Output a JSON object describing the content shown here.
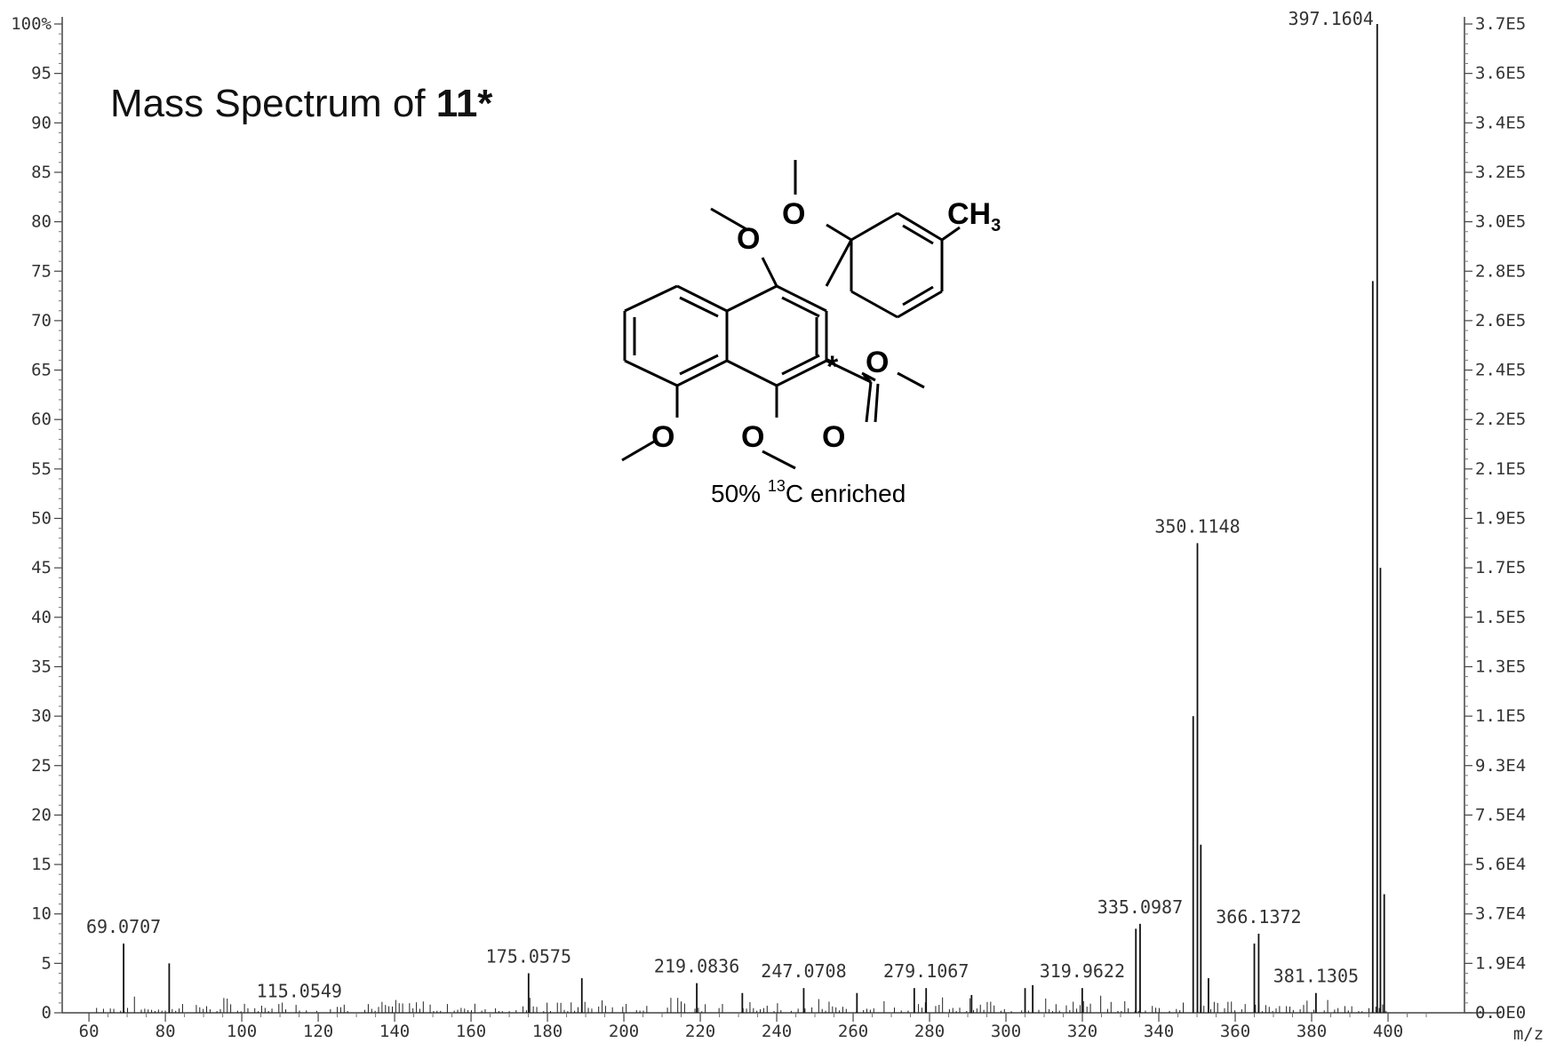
{
  "chart_data": {
    "type": "bar",
    "title_normal": "Mass Spectrum of ",
    "title_bold": "11*",
    "xlabel": "m/z",
    "xlim": [
      53,
      420
    ],
    "ylim": [
      0,
      100
    ],
    "x_ticks": [
      "60",
      "80",
      "100",
      "120",
      "140",
      "160",
      "180",
      "200",
      "220",
      "240",
      "260",
      "280",
      "300",
      "320",
      "340",
      "360",
      "380",
      "400"
    ],
    "y_ticks": [
      "0",
      "5",
      "10",
      "15",
      "20",
      "25",
      "30",
      "35",
      "40",
      "45",
      "50",
      "55",
      "60",
      "65",
      "70",
      "75",
      "80",
      "85",
      "90",
      "95",
      "100%"
    ],
    "right_ticks": [
      "0.0E0",
      "1.9E4",
      "3.7E4",
      "5.6E4",
      "7.5E4",
      "9.3E4",
      "1.1E5",
      "1.3E5",
      "1.5E5",
      "1.7E5",
      "1.9E5",
      "2.1E5",
      "2.2E5",
      "2.4E5",
      "2.6E5",
      "2.8E5",
      "3.0E5",
      "3.2E5",
      "3.4E5",
      "3.6E5",
      "3.7E5"
    ],
    "peaks": [
      {
        "mz": 69.07,
        "intensity": 7.0
      },
      {
        "mz": 81.0,
        "intensity": 5.0
      },
      {
        "mz": 175.06,
        "intensity": 4.0
      },
      {
        "mz": 189.0,
        "intensity": 3.5
      },
      {
        "mz": 219.08,
        "intensity": 3.0
      },
      {
        "mz": 231.0,
        "intensity": 2.0
      },
      {
        "mz": 247.07,
        "intensity": 2.5
      },
      {
        "mz": 261.0,
        "intensity": 2.0
      },
      {
        "mz": 276.0,
        "intensity": 2.5
      },
      {
        "mz": 279.11,
        "intensity": 2.5
      },
      {
        "mz": 291.0,
        "intensity": 1.8
      },
      {
        "mz": 305.0,
        "intensity": 2.5
      },
      {
        "mz": 307.0,
        "intensity": 2.8
      },
      {
        "mz": 319.96,
        "intensity": 2.5
      },
      {
        "mz": 334.0,
        "intensity": 8.5
      },
      {
        "mz": 335.1,
        "intensity": 9.0
      },
      {
        "mz": 349.0,
        "intensity": 30.0
      },
      {
        "mz": 350.11,
        "intensity": 47.5
      },
      {
        "mz": 351.0,
        "intensity": 17.0
      },
      {
        "mz": 353.0,
        "intensity": 3.5
      },
      {
        "mz": 365.0,
        "intensity": 7.0
      },
      {
        "mz": 366.14,
        "intensity": 8.0
      },
      {
        "mz": 381.13,
        "intensity": 2.0
      },
      {
        "mz": 396.0,
        "intensity": 74.0
      },
      {
        "mz": 397.16,
        "intensity": 100.0
      },
      {
        "mz": 398.0,
        "intensity": 45.0
      },
      {
        "mz": 399.0,
        "intensity": 12.0
      }
    ],
    "peak_labels": [
      {
        "mz": 69.07,
        "intensity": 7.0,
        "text": "69.0707"
      },
      {
        "mz": 115.05,
        "intensity": 0.5,
        "text": "115.0549"
      },
      {
        "mz": 175.06,
        "intensity": 4.0,
        "text": "175.0575"
      },
      {
        "mz": 219.08,
        "intensity": 3.0,
        "text": "219.0836"
      },
      {
        "mz": 247.07,
        "intensity": 2.5,
        "text": "247.0708"
      },
      {
        "mz": 279.11,
        "intensity": 2.5,
        "text": "279.1067"
      },
      {
        "mz": 319.96,
        "intensity": 2.5,
        "text": "319.9622"
      },
      {
        "mz": 335.1,
        "intensity": 9.0,
        "text": "335.0987"
      },
      {
        "mz": 350.11,
        "intensity": 47.5,
        "text": "350.1148"
      },
      {
        "mz": 366.14,
        "intensity": 8.0,
        "text": "366.1372"
      },
      {
        "mz": 381.13,
        "intensity": 2.0,
        "text": "381.1305"
      },
      {
        "mz": 397.16,
        "intensity": 100.0,
        "text": "397.1604"
      }
    ]
  },
  "structure": {
    "ch3": "CH",
    "ch3_sub": "3",
    "oxygen": "O",
    "star": "*",
    "caption_pre": "50% ",
    "caption_sup": "13",
    "caption_post": "C enriched"
  }
}
